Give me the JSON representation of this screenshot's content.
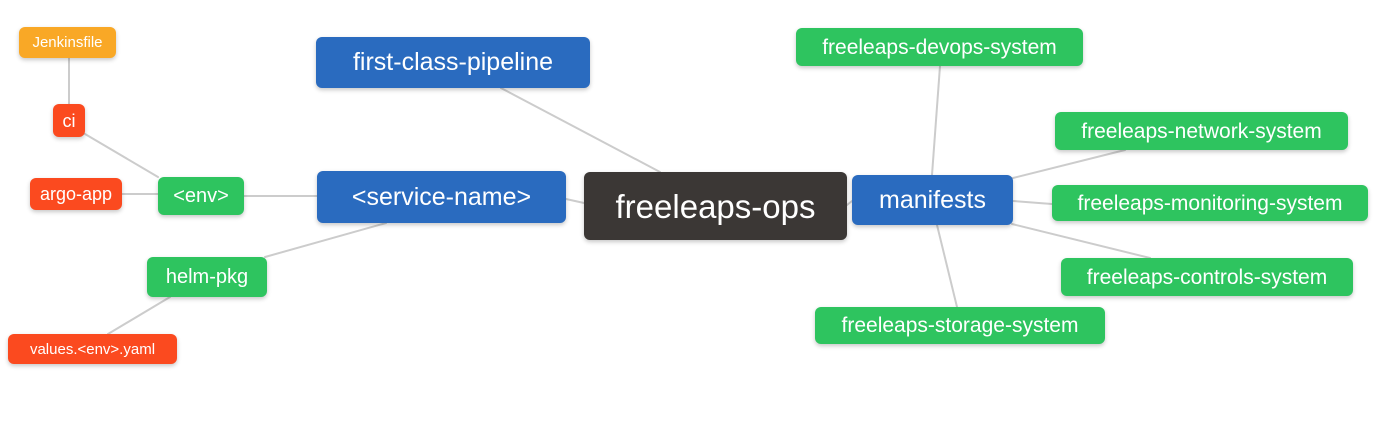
{
  "diagram": {
    "type": "mindmap",
    "root_label": "freeleaps-ops",
    "colors": {
      "root_bg": "#3B3735",
      "branch_bg": "#2A6BBF",
      "leaf_green_bg": "#2EC45F",
      "leaf_red_bg": "#FB4A1F",
      "leaf_orange_bg": "#F9A826",
      "edge": "#CCCCCC",
      "text": "#FFFFFF"
    },
    "nodes": [
      {
        "id": "jenkinsfile",
        "label": "Jenkinsfile",
        "role": "orange"
      },
      {
        "id": "ci",
        "label": "ci",
        "role": "red"
      },
      {
        "id": "argo-app",
        "label": "argo-app",
        "role": "red"
      },
      {
        "id": "env",
        "label": "<env>",
        "role": "green"
      },
      {
        "id": "first-class-pipeline",
        "label": "first-class-pipeline",
        "role": "blue"
      },
      {
        "id": "service-name",
        "label": "<service-name>",
        "role": "blue"
      },
      {
        "id": "freeleaps-ops",
        "label": "freeleaps-ops",
        "role": "root"
      },
      {
        "id": "manifests",
        "label": "manifests",
        "role": "blue"
      },
      {
        "id": "freeleaps-devops-system",
        "label": "freeleaps-devops-system",
        "role": "green"
      },
      {
        "id": "freeleaps-network-system",
        "label": "freeleaps-network-system",
        "role": "green"
      },
      {
        "id": "freeleaps-monitoring-system",
        "label": "freeleaps-monitoring-system",
        "role": "green"
      },
      {
        "id": "freeleaps-controls-system",
        "label": "freeleaps-controls-system",
        "role": "green"
      },
      {
        "id": "freeleaps-storage-system",
        "label": "freeleaps-storage-system",
        "role": "green"
      },
      {
        "id": "helm-pkg",
        "label": "helm-pkg",
        "role": "green"
      },
      {
        "id": "values-env-yaml",
        "label": "values.<env>.yaml",
        "role": "red"
      }
    ],
    "edges": [
      {
        "from": "jenkinsfile",
        "to": "ci"
      },
      {
        "from": "ci",
        "to": "env"
      },
      {
        "from": "argo-app",
        "to": "env"
      },
      {
        "from": "env",
        "to": "service-name"
      },
      {
        "from": "service-name",
        "to": "helm-pkg"
      },
      {
        "from": "helm-pkg",
        "to": "values-env-yaml"
      },
      {
        "from": "service-name",
        "to": "freeleaps-ops"
      },
      {
        "from": "first-class-pipeline",
        "to": "freeleaps-ops"
      },
      {
        "from": "freeleaps-ops",
        "to": "manifests"
      },
      {
        "from": "manifests",
        "to": "freeleaps-devops-system"
      },
      {
        "from": "manifests",
        "to": "freeleaps-network-system"
      },
      {
        "from": "manifests",
        "to": "freeleaps-monitoring-system"
      },
      {
        "from": "manifests",
        "to": "freeleaps-controls-system"
      },
      {
        "from": "manifests",
        "to": "freeleaps-storage-system"
      }
    ]
  }
}
